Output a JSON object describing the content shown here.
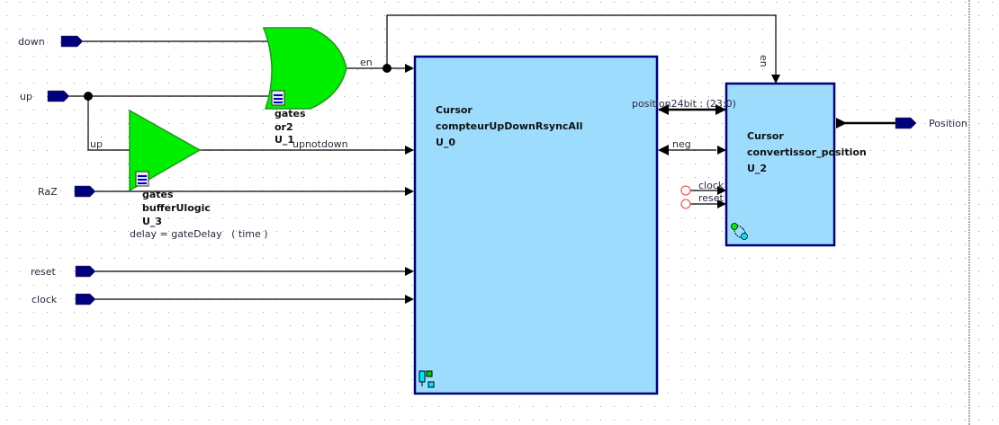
{
  "colors": {
    "background": "#ffffff",
    "grid_dot": "#9a9a9a",
    "port_fill": "#00007f",
    "gate_fill": "#00ee00",
    "gate_stroke": "#1a9a1a",
    "block_fill": "#9ddcfd",
    "block_stroke": "#000080",
    "unconnected_port": "#ff3b3b",
    "wire": "#000000"
  },
  "ports": {
    "inputs": [
      {
        "name": "down"
      },
      {
        "name": "up"
      },
      {
        "name": "RaZ"
      },
      {
        "name": "reset"
      },
      {
        "name": "clock"
      }
    ],
    "outputs": [
      {
        "name": "Position"
      }
    ]
  },
  "gates": {
    "or_gate": {
      "library": "gates",
      "cell": "or2",
      "instance": "U_1"
    },
    "buffer_gate": {
      "library": "gates",
      "cell": "bufferUlogic",
      "instance": "U_3",
      "generic": "delay = gateDelay   ( time )"
    }
  },
  "blocks": {
    "counter": {
      "library": "Cursor",
      "cell": "compteurUpDownRsyncAll",
      "instance": "U_0"
    },
    "converter": {
      "library": "Cursor",
      "cell": "convertissor_position",
      "instance": "U_2"
    }
  },
  "signals": {
    "en": "en",
    "en_vertical": "en",
    "up_branch": "up",
    "upnotdown": "upnotdown",
    "position24bit": "position24bit : (23:0)",
    "neg": "neg",
    "clock": "clock",
    "reset": "reset"
  }
}
